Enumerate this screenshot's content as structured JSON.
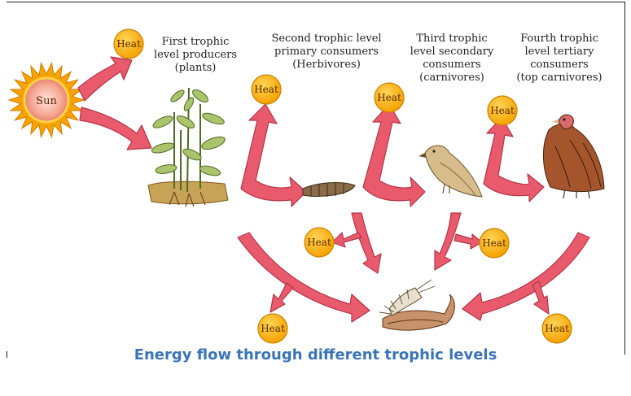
{
  "sun": {
    "label": "Sun"
  },
  "heat_label": "Heat",
  "levels": [
    {
      "lines": [
        "First trophic",
        "level producers",
        "(plants)"
      ]
    },
    {
      "lines": [
        "Second trophic level",
        "primary consumers",
        "(Herbivores)"
      ]
    },
    {
      "lines": [
        "Third trophic",
        "level  secondary",
        "consumers",
        "(carnivores)"
      ]
    },
    {
      "lines": [
        "Fourth trophic",
        "level tertiary",
        "consumers",
        "(top carnivores)"
      ]
    }
  ],
  "caption": "Energy flow through different trophic levels",
  "colors": {
    "arrow": "#e95b6c",
    "arrow_edge": "#b23547",
    "heat_fill": "#fbb415",
    "heat_edge": "#c98200",
    "sun_core": "#f7b7a8",
    "sun_rays": "#f6a300",
    "caption": "#3b74b5"
  }
}
